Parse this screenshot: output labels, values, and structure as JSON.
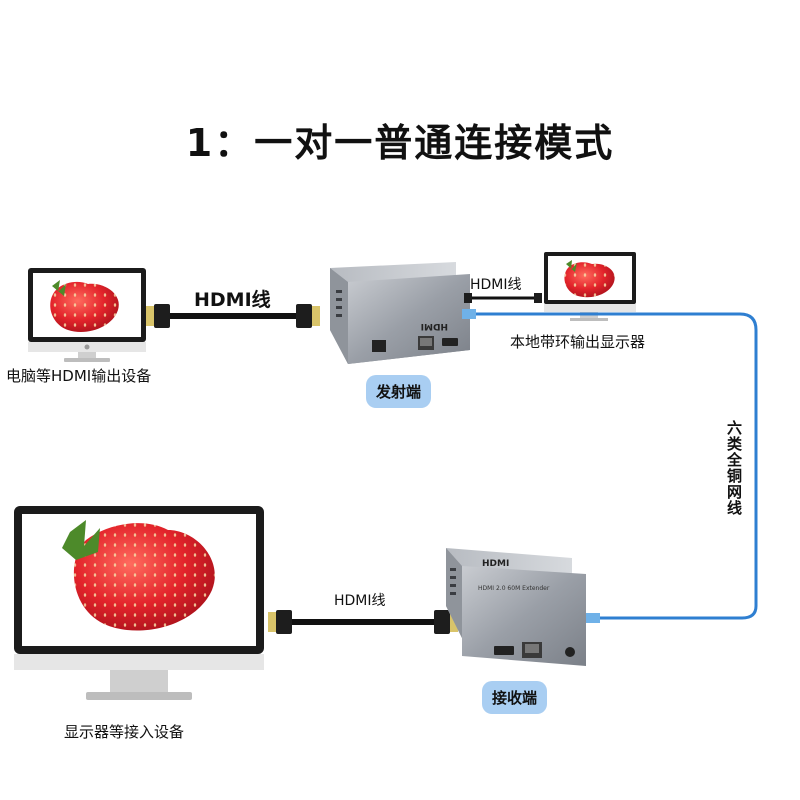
{
  "title": "1：一对一普通连接模式",
  "labels": {
    "hdmi_cable_top": "HDMI线",
    "hdmi_cable_small": "HDMI线",
    "hdmi_cable_bottom": "HDMI线",
    "source_device": "电脑等HDMI输出设备",
    "local_loop_monitor": "本地带环输出显示器",
    "display_device": "显示器等接入设备",
    "transmitter": "发射端",
    "receiver": "接收端",
    "network_cable": "六类全铜网线"
  },
  "device_text": {
    "hdmi_logo": "HDMI",
    "extender_model": "HDMI 2.0 60M Extender"
  },
  "colors": {
    "pill": "#a9cef2",
    "network_cable": "#2f7fd1",
    "device_body": "#9a9fa7",
    "strawberry": "#e3242b"
  }
}
